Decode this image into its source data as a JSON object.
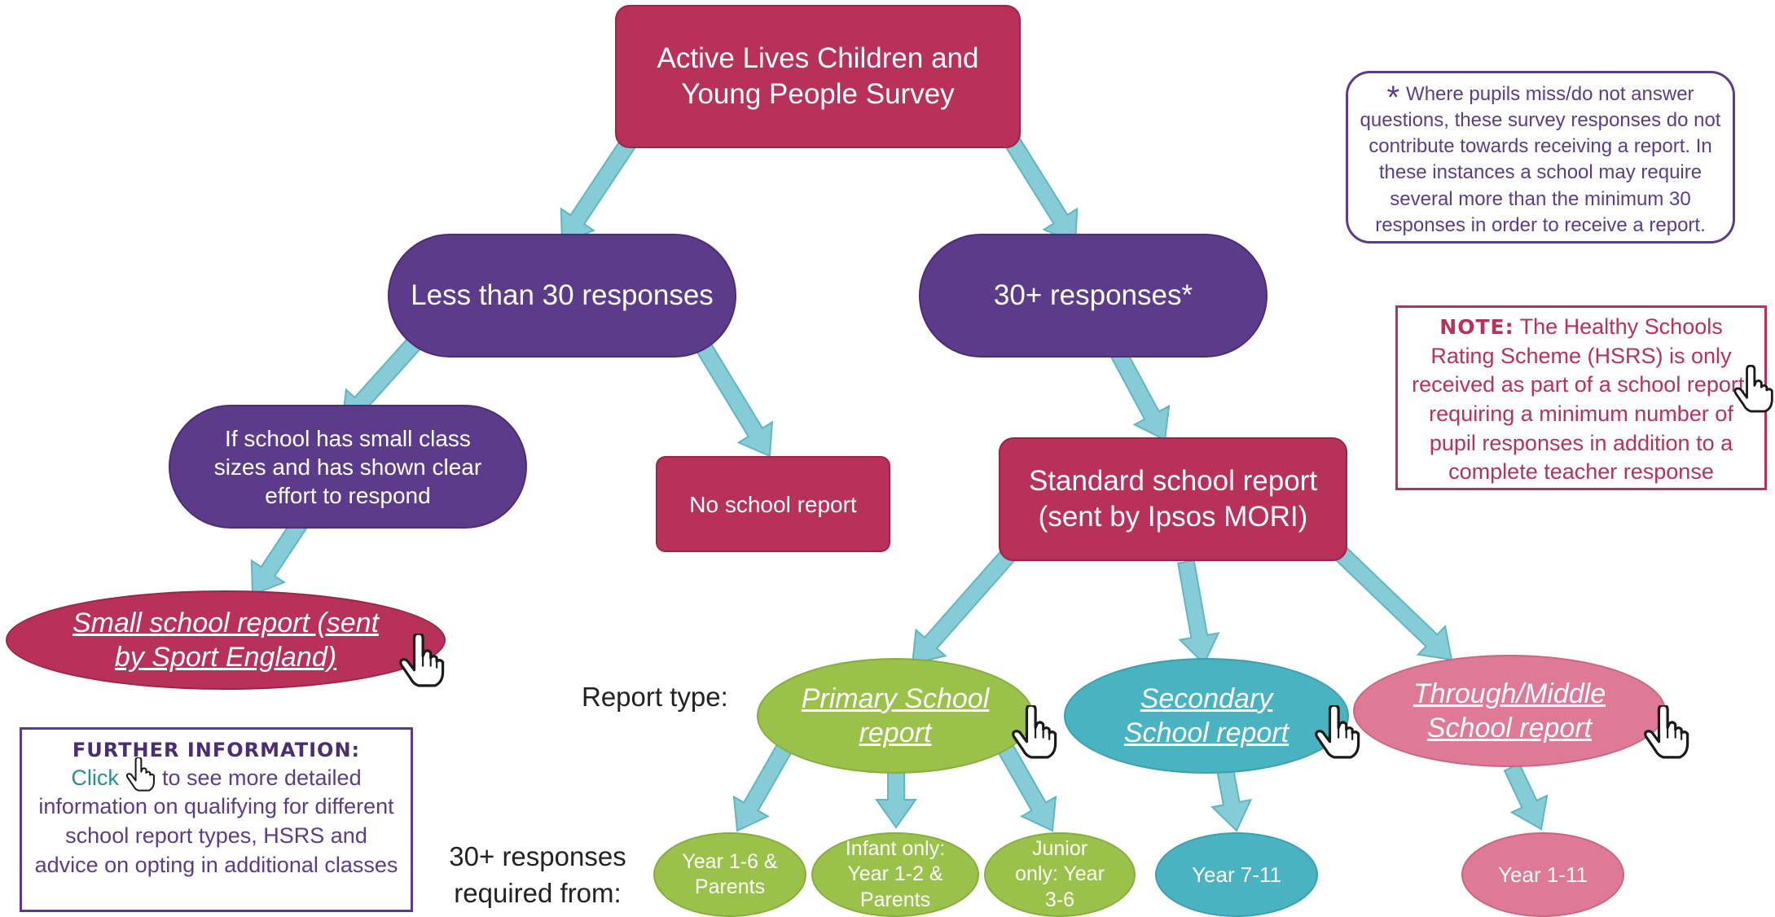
{
  "nodes": {
    "survey": "Active Lives Children and Young People Survey",
    "less_than_30": "Less than 30 responses",
    "thirty_plus": "30+ responses*",
    "small_class": "If school has small class sizes and has shown clear effort to respond",
    "no_report": "No school report",
    "standard_report": "Standard school report (sent by Ipsos MORI)",
    "small_school_report": "Small school report (sent by Sport England)",
    "primary_report": "Primary School report",
    "secondary_report": "Secondary School report",
    "through_middle_report": "Through/Middle School report",
    "year_1_6": "Year 1-6 & Parents",
    "infant_only": "Infant only: Year 1-2 & Parents",
    "junior_only": "Junior only: Year 3-6",
    "year_7_11": "Year 7-11",
    "year_1_11": "Year 1-11"
  },
  "labels": {
    "report_type": "Report type:",
    "responses_required": "30+ responses required from:"
  },
  "footnote": {
    "marker": "*",
    "text": "Where pupils miss/do not answer questions, these survey responses do not contribute towards receiving a report. In these instances a school may require several more than the minimum 30 responses in order to receive a report."
  },
  "note": {
    "heading": "Note:",
    "text": "The Healthy Schools Rating Scheme (HSRS) is only received as part of a school report, requiring a minimum number of pupil responses in addition to a complete teacher response"
  },
  "further_info": {
    "heading": "Further information:",
    "click": "Click",
    "text": "to see more detailed information on qualifying for different school report types, HSRS and advice on opting in additional classes"
  },
  "colors": {
    "crimson": "#b83159",
    "purple": "#5c3c8a",
    "green": "#9ac24a",
    "teal": "#4ab3c2",
    "pink": "#de7a96",
    "arrow": "#86ccd6"
  },
  "icons": [
    "pointing-hand-icon"
  ]
}
